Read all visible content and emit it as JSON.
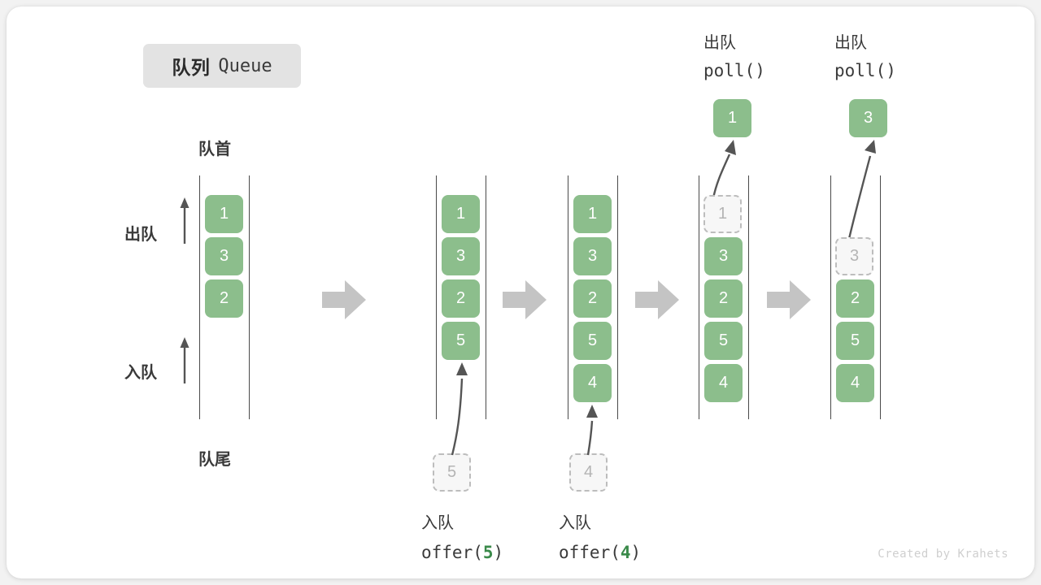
{
  "title": {
    "cn": "队列",
    "en": "Queue"
  },
  "labels": {
    "front": "队首",
    "rear": "队尾",
    "dequeue": "出队",
    "enqueue": "入队"
  },
  "credit": "Created by Krahets",
  "colors": {
    "accent_green": "#8cbe8c",
    "value_green": "#3a8a4a",
    "rail": "#4a4a4a",
    "ghost_border": "#bdbdbd",
    "ghost_fill": "#f7f7f7",
    "step_arrow": "#c4c4c4",
    "badge_bg": "#e3e3e3",
    "text": "#3a3a3a"
  },
  "steps": [
    {
      "id": "initial",
      "cells": [
        "1",
        "3",
        "2"
      ],
      "ghost_index": null,
      "side_labels": {
        "dequeue": "出队",
        "enqueue": "入队"
      },
      "top_labels": {
        "front": "队首"
      },
      "bottom_labels": {
        "rear": "队尾"
      }
    },
    {
      "id": "offer-5",
      "cells": [
        "1",
        "3",
        "2",
        "5"
      ],
      "ghost_index": null,
      "incoming_value": "5",
      "op_cn": "入队",
      "op_call_prefix": "offer(",
      "op_call_value": "5",
      "op_call_suffix": ")"
    },
    {
      "id": "offer-4",
      "cells": [
        "1",
        "3",
        "2",
        "5",
        "4"
      ],
      "ghost_index": null,
      "incoming_value": "4",
      "op_cn": "入队",
      "op_call_prefix": "offer(",
      "op_call_value": "4",
      "op_call_suffix": ")"
    },
    {
      "id": "poll-1",
      "cells": [
        "1",
        "3",
        "2",
        "5",
        "4"
      ],
      "ghost_index": 0,
      "outgoing_value": "1",
      "op_cn": "出队",
      "op_call": "poll()"
    },
    {
      "id": "poll-3",
      "cells": [
        "3",
        "2",
        "5",
        "4"
      ],
      "ghost_index": 0,
      "outgoing_value": "3",
      "op_cn": "出队",
      "op_call": "poll()"
    }
  ],
  "cell_values": {
    "c1_0": "1",
    "c1_1": "3",
    "c1_2": "2",
    "c2_0": "1",
    "c2_1": "3",
    "c2_2": "2",
    "c2_3": "5",
    "c3_0": "1",
    "c3_1": "3",
    "c3_2": "2",
    "c3_3": "5",
    "c3_4": "4",
    "c4_0": "1",
    "c4_1": "3",
    "c4_2": "2",
    "c4_3": "5",
    "c4_4": "4",
    "c5_0": "3",
    "c5_1": "2",
    "c5_2": "5",
    "c5_3": "4",
    "in2": "5",
    "in3": "4",
    "out4": "1",
    "out5": "3"
  }
}
